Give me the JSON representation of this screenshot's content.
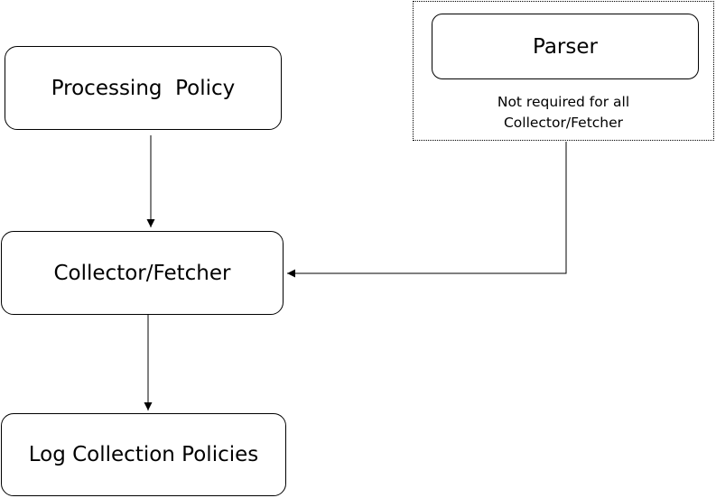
{
  "nodes": {
    "processing_policy": "Processing  Policy",
    "collector_fetcher": "Collector/Fetcher",
    "log_collection_policies": "Log Collection Policies",
    "parser": "Parser"
  },
  "optional_group": {
    "note_line1": "Not required for all",
    "note_line2": "Collector/Fetcher"
  },
  "colors": {
    "line": "#000000",
    "box_fill": "#ffffff"
  }
}
